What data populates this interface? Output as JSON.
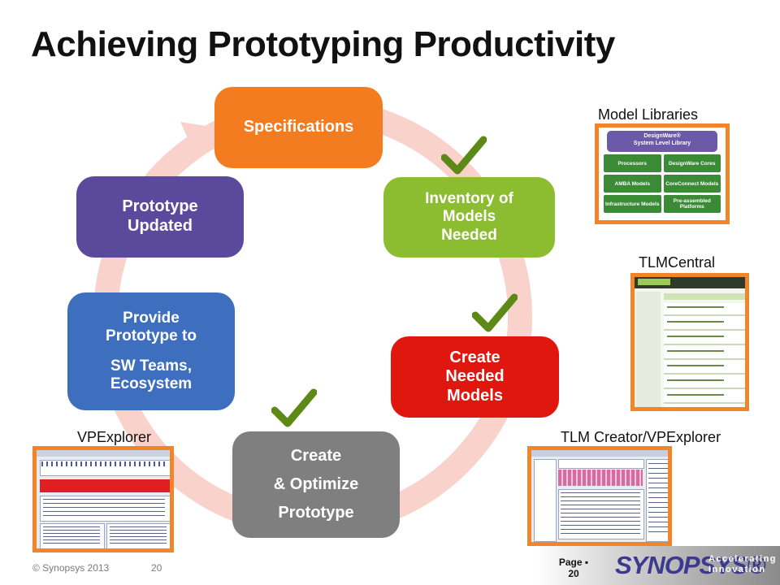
{
  "title": "Achieving Prototyping Productivity",
  "cycle": {
    "specifications": [
      "Specifications"
    ],
    "inventory": [
      "Inventory of",
      "Models",
      "Needed"
    ],
    "create_models": [
      "Create",
      "Needed",
      "Models"
    ],
    "optimize": [
      "Create",
      "& Optimize",
      "Prototype"
    ],
    "provide": [
      "Provide",
      "Prototype to",
      "SW Teams,",
      "Ecosystem"
    ],
    "updated": [
      "Prototype",
      "Updated"
    ]
  },
  "captions": {
    "model_libraries": "Model Libraries",
    "tlmcentral": "TLMCentral",
    "vpexplorer": "VPExplorer",
    "tlm_creator": "TLM Creator/VPExplorer"
  },
  "designware": {
    "header": [
      "DesignWare®",
      "System Level Library"
    ],
    "cells": [
      "Processors",
      "DesignWare Cores",
      "AMBA Models",
      "CoreConnect Models",
      "Infrastructure Models",
      "Pre-assembled Platforms"
    ]
  },
  "footer": {
    "copyright": "© Synopsys 2013",
    "slide_number": "20",
    "page_label": "Page ▪",
    "page_number": "20",
    "brand": "SYNOPSYS®",
    "tagline": [
      "Accelerating",
      "Innovation"
    ]
  },
  "colors": {
    "specifications": "#f47c20",
    "inventory": "#8cbc2f",
    "create_models": "#e0170f",
    "optimize": "#7f7f7f",
    "provide": "#3e6fbf",
    "updated": "#5b4a9c",
    "ring": "#f9d2cc",
    "check": "#5d8a17",
    "frame": "#f2852a"
  }
}
